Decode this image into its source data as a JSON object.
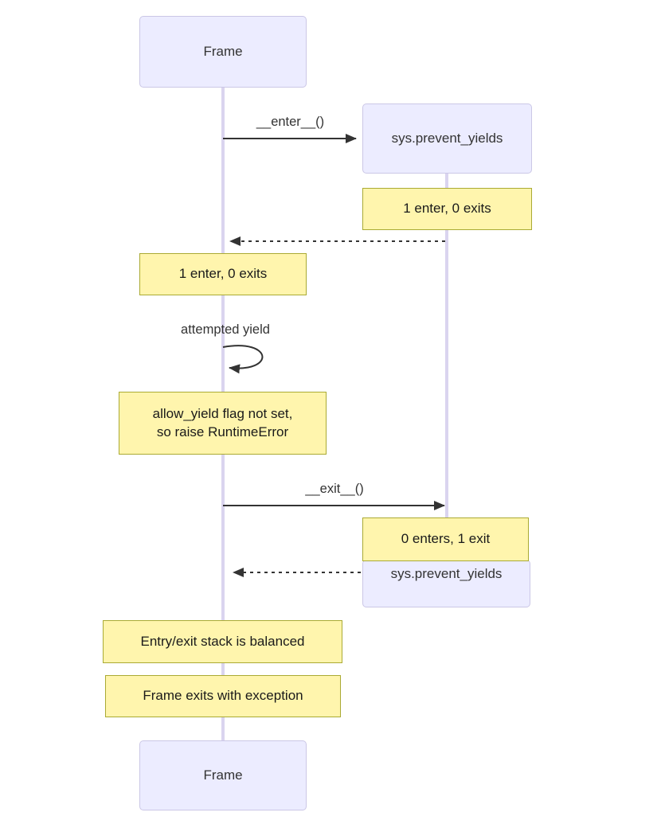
{
  "diagram": {
    "actors": {
      "frame": {
        "label": "Frame"
      },
      "sys": {
        "label": "sys.prevent_yields"
      }
    },
    "messages": {
      "enter": "__enter__()",
      "exit": "__exit__()",
      "self_loop": "attempted yield"
    },
    "notes": {
      "sys_enter": "1 enter, 0 exits",
      "frame_enter": "1 enter, 0 exits",
      "yield_error": "allow_yield flag not set,\nso raise RuntimeError",
      "sys_exit": "0 enters, 1 exit",
      "balanced": "Entry/exit stack is balanced",
      "frame_exception": "Frame exits with exception"
    },
    "colors": {
      "actor_fill": "#ECECFF",
      "actor_border": "#CBC7E6",
      "note_fill": "#FFF5AD",
      "note_border": "#AAAA33",
      "line": "#333333",
      "lifeline": "#DAD4EF",
      "text": "#333333"
    }
  }
}
